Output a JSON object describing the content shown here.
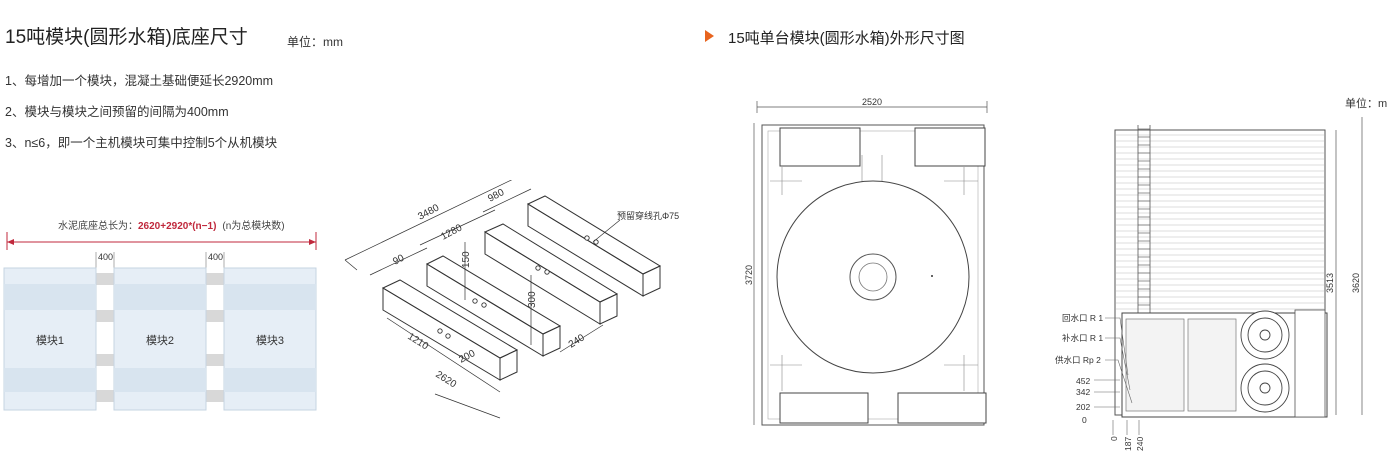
{
  "left": {
    "title": "15吨模块(圆形水箱)底座尺寸",
    "unit": "单位：mm",
    "notes": [
      "1、每增加一个模块，混凝土基础便延长2920mm",
      "2、模块与模块之间预留的间隔为400mm",
      "3、n≤6，即一个主机模块可集中控制5个从机模块"
    ],
    "length_label_prefix": "水泥底座总长为：",
    "length_formula": "2620+2920*(n−1)",
    "length_note": "(n为总模块数)",
    "gap_label": "400",
    "modules": [
      "模块1",
      "模块2",
      "模块3"
    ]
  },
  "iso": {
    "hole_label": "预留穿线孔Φ75",
    "dims": {
      "d3480": "3480",
      "d980": "980",
      "d1280": "1280",
      "d150": "150",
      "d300": "300",
      "d240": "240",
      "d1210": "1210",
      "d200": "200",
      "d2620": "2620",
      "d90": "90"
    }
  },
  "right": {
    "title": "15吨单台模块(圆形水箱)外形尺寸图",
    "unit": "单位：m",
    "top_view": {
      "width": "2520",
      "height": "3720"
    },
    "side_view": {
      "ports": [
        "回水口 R 1",
        "补水口 R 1",
        "供水口 Rp 2"
      ],
      "heights": [
        "452",
        "342",
        "202",
        "0"
      ],
      "bottom": [
        "0",
        "187",
        "240"
      ],
      "h3513": "3513",
      "h3620": "3620"
    }
  },
  "colors": {
    "accent": "#e8641e",
    "dim_red": "#c0283c",
    "module_fill": "#e6eef6"
  }
}
